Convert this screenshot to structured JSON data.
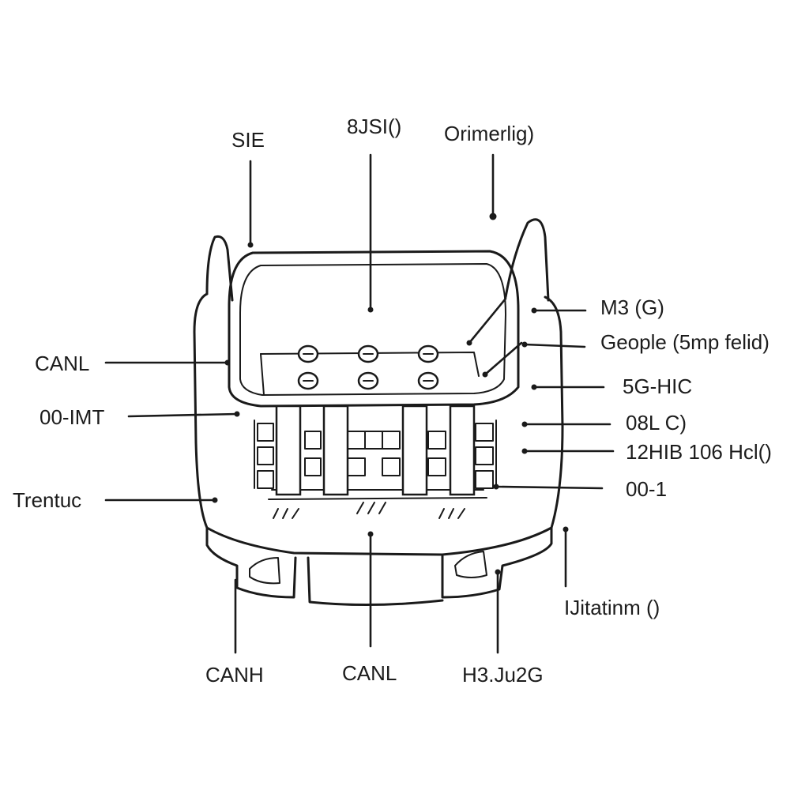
{
  "labels": {
    "top_left": "SIE",
    "top_center": "8JSI()",
    "top_right": "Orimerlig)",
    "left_1": "CANL",
    "left_2": "00-IMT",
    "left_3": "Trentuc",
    "right_1": "M3 (G)",
    "right_2": "Geople (5mp felid)",
    "right_3": "5G-HIC",
    "right_4": "08L C)",
    "right_5": "12HIB 106 Hcl()",
    "right_6": "00-1",
    "right_7": "IJitatinm ()",
    "bottom_left": "CANH",
    "bottom_center": "CANL",
    "bottom_right": "H3.Ju2G"
  }
}
